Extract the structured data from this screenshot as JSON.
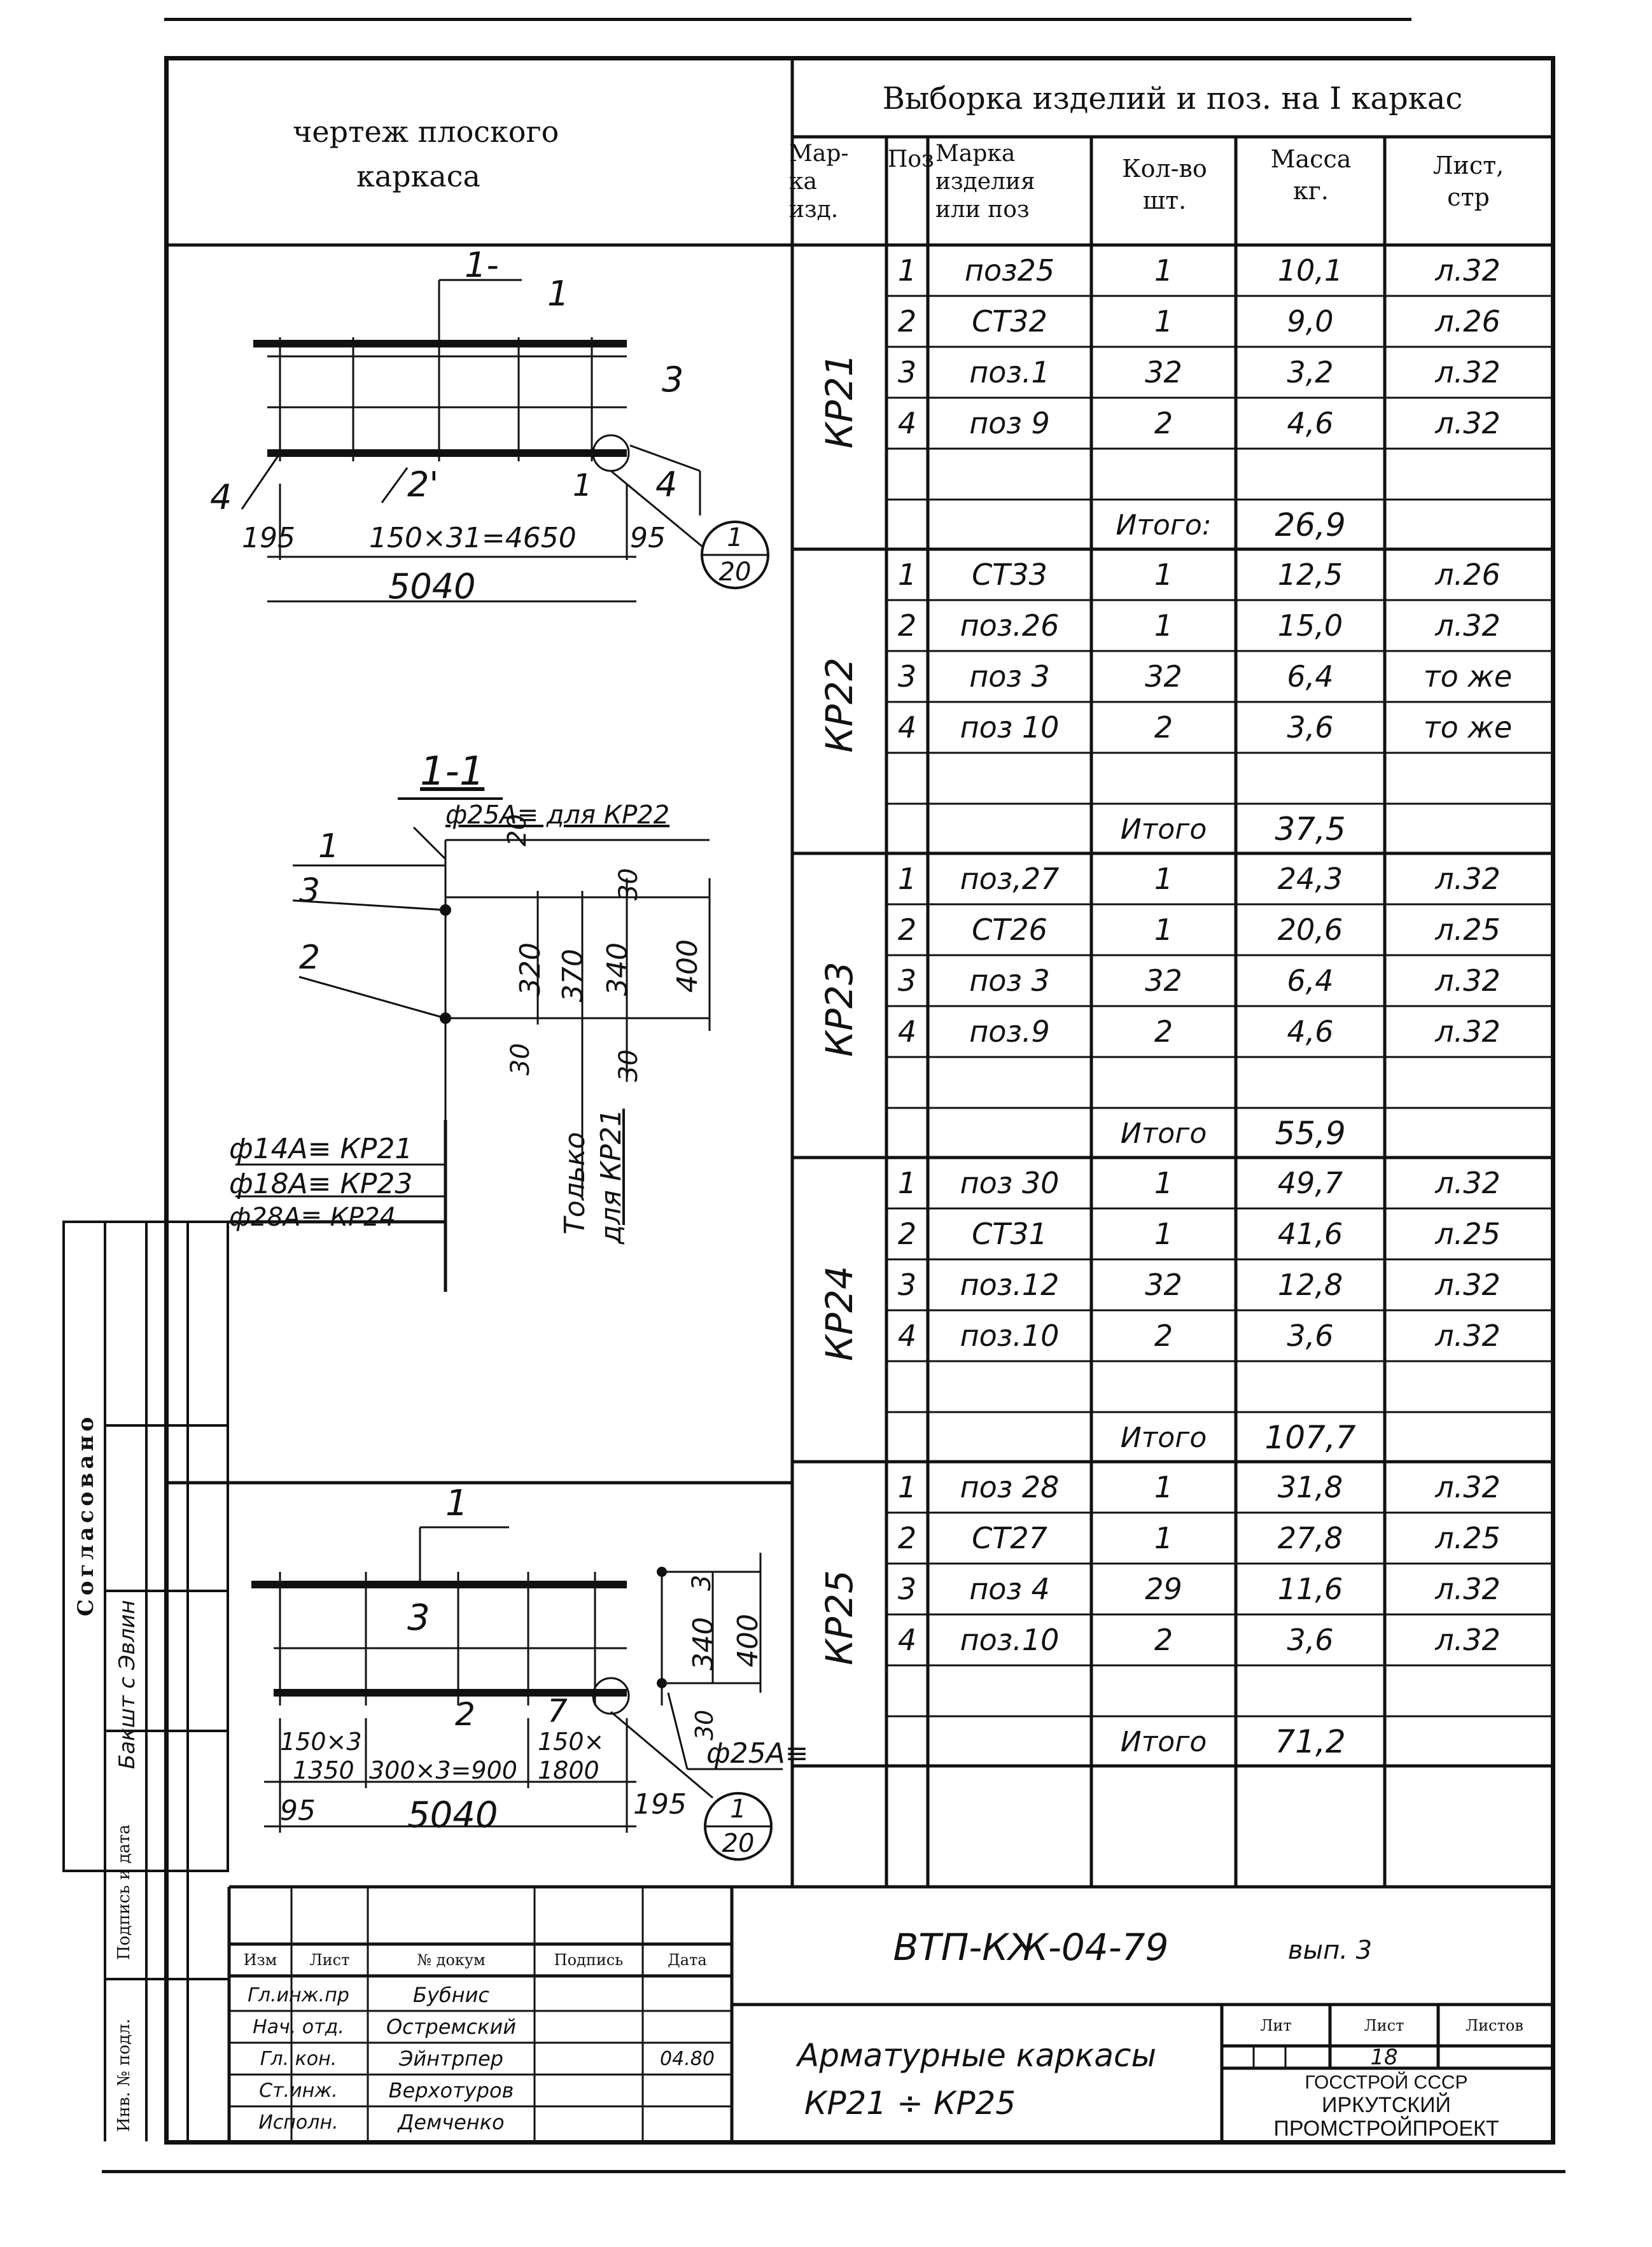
{
  "header": {
    "drawing_caption_1": "чертеж   плоского",
    "drawing_caption_2": "каркаса",
    "schedule_title": "Выборка изделий и поз. на I каркас",
    "col_mark": [
      "Мар-",
      "ка",
      "изд."
    ],
    "col_pos": "Поз",
    "col_item": [
      "Марка",
      "изделия",
      "или поз"
    ],
    "col_qty": [
      "Кол-во",
      "шт."
    ],
    "col_mass": [
      "Масса",
      "кг."
    ],
    "col_sheet": [
      "Лист,",
      "стр"
    ]
  },
  "schedule": [
    {
      "mark": "КР21",
      "rows": [
        {
          "pos": "1",
          "item": "поз25",
          "qty": "1",
          "mass": "10,1",
          "sheet": "л.32"
        },
        {
          "pos": "2",
          "item": "СТ32",
          "qty": "1",
          "mass": "9,0",
          "sheet": "л.26"
        },
        {
          "pos": "3",
          "item": "поз.1",
          "qty": "32",
          "mass": "3,2",
          "sheet": "л.32"
        },
        {
          "pos": "4",
          "item": "поз 9",
          "qty": "2",
          "mass": "4,6",
          "sheet": "л.32"
        }
      ],
      "total_label": "Итого:",
      "total": "26,9"
    },
    {
      "mark": "КР22",
      "rows": [
        {
          "pos": "1",
          "item": "СТ33",
          "qty": "1",
          "mass": "12,5",
          "sheet": "л.26"
        },
        {
          "pos": "2",
          "item": "поз.26",
          "qty": "1",
          "mass": "15,0",
          "sheet": "л.32"
        },
        {
          "pos": "3",
          "item": "поз 3",
          "qty": "32",
          "mass": "6,4",
          "sheet": "то же"
        },
        {
          "pos": "4",
          "item": "поз 10",
          "qty": "2",
          "mass": "3,6",
          "sheet": "то же"
        }
      ],
      "total_label": "Итого",
      "total": "37,5"
    },
    {
      "mark": "КР23",
      "rows": [
        {
          "pos": "1",
          "item": "поз,27",
          "qty": "1",
          "mass": "24,3",
          "sheet": "л.32"
        },
        {
          "pos": "2",
          "item": "СТ26",
          "qty": "1",
          "mass": "20,6",
          "sheet": "л.25"
        },
        {
          "pos": "3",
          "item": "поз 3",
          "qty": "32",
          "mass": "6,4",
          "sheet": "л.32"
        },
        {
          "pos": "4",
          "item": "поз.9",
          "qty": "2",
          "mass": "4,6",
          "sheet": "л.32"
        }
      ],
      "total_label": "Итого",
      "total": "55,9"
    },
    {
      "mark": "КР24",
      "rows": [
        {
          "pos": "1",
          "item": "поз 30",
          "qty": "1",
          "mass": "49,7",
          "sheet": "л.32"
        },
        {
          "pos": "2",
          "item": "СТ31",
          "qty": "1",
          "mass": "41,6",
          "sheet": "л.25"
        },
        {
          "pos": "3",
          "item": "поз.12",
          "qty": "32",
          "mass": "12,8",
          "sheet": "л.32"
        },
        {
          "pos": "4",
          "item": "поз.10",
          "qty": "2",
          "mass": "3,6",
          "sheet": "л.32"
        }
      ],
      "total_label": "Итого",
      "total": "107,7"
    },
    {
      "mark": "КР25",
      "rows": [
        {
          "pos": "1",
          "item": "поз 28",
          "qty": "1",
          "mass": "31,8",
          "sheet": "л.32"
        },
        {
          "pos": "2",
          "item": "СТ27",
          "qty": "1",
          "mass": "27,8",
          "sheet": "л.25"
        },
        {
          "pos": "3",
          "item": "поз 4",
          "qty": "29",
          "mass": "11,6",
          "sheet": "л.32"
        },
        {
          "pos": "4",
          "item": "поз.10",
          "qty": "2",
          "mass": "3,6",
          "sheet": "л.32"
        }
      ],
      "total_label": "Итого",
      "total": "71,2"
    }
  ],
  "drawing_top": {
    "callout_1": "1-",
    "callout_1b": "1",
    "callout_3": "3",
    "callout_2": "2'",
    "callout_4a": "4",
    "callout_4b": "4",
    "callout_1c": "1",
    "dim_left": "195",
    "dim_mid": "150×31=4650",
    "dim_right": "95",
    "dim_total": "5040",
    "detail_top": "1",
    "detail_bottom": "20"
  },
  "section": {
    "title": "1-1",
    "bar_note": "ф25А≡ для КР22",
    "lbl_1": "1",
    "lbl_3": "3",
    "lbl_2": "2",
    "dim_20": "20",
    "dim_30a": "30",
    "dim_320": "320",
    "dim_370": "370",
    "dim_340": "340",
    "dim_400": "400",
    "dim_30b": "30",
    "dim_30c": "30",
    "only_note_1": "Только",
    "only_note_2": "для КР21",
    "legend": [
      "ф14А≡  КР21",
      "ф18А≡  КР23",
      "ф28А≡ КР24"
    ]
  },
  "drawing_bottom": {
    "callout_1": "1",
    "callout_3": "3",
    "callout_2": "2",
    "callout_7": "7",
    "dim_a1": "150×3",
    "dim_a2": "1350",
    "dim_b": "300×3=900",
    "dim_c1": "150×",
    "dim_c2": "1800",
    "dim_left": "95",
    "dim_total": "5040",
    "dim_right": "195",
    "sec_340": "340",
    "sec_3": "3",
    "sec_400": "400",
    "sec_30": "30",
    "bar": "ф25А≡",
    "detail_top": "1",
    "detail_bottom": "20"
  },
  "side_stamp": {
    "agreed": "Согласовано",
    "r1": "Бакшт с  Эвлин",
    "r2": "Подпись и дата",
    "r3": "Инв. № подл."
  },
  "title_block": {
    "headers": [
      "Изм",
      "Лист",
      "№ докум",
      "Подпись",
      "Дата"
    ],
    "people": [
      {
        "role": "Гл.инж.пр",
        "name": "Бубнис"
      },
      {
        "role": "Нач. отд.",
        "name": "Остремский"
      },
      {
        "role": "Гл. кон.",
        "name": "Эйнтрпер"
      },
      {
        "role": "Ст.инж.",
        "name": "Верхотуров"
      },
      {
        "role": "Исполн.",
        "name": "Демченко"
      }
    ],
    "date": "04.80",
    "code": "ВТП-КЖ-04-79",
    "issue": "вып. 3",
    "title_1": "Арматурные каркасы",
    "title_2": "КР21 ÷ КР25",
    "lit_label": "Лит",
    "sheet_label": "Лист",
    "sheets_label": "Листов",
    "sheet_no": "18",
    "org_1": "ГОССТРОЙ СССР",
    "org_2": "ИРКУТСКИЙ",
    "org_3": "ПРОМСТРОЙПРОЕКТ"
  }
}
